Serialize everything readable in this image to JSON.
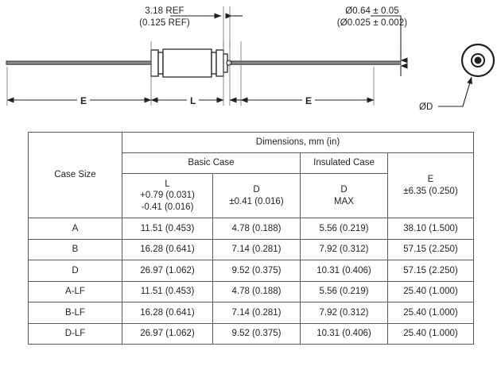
{
  "drawing": {
    "callouts": [
      {
        "name": "ref-length-callout",
        "line1": "3.18 REF",
        "line2": "(0.125 REF)"
      },
      {
        "name": "lead-diameter-callout",
        "line1": "Ø0.64 ± 0.05",
        "line2": "(Ø0.025 ± 0.002)"
      }
    ],
    "dim_e_left": "E",
    "dim_l": "L",
    "dim_e_right": "E",
    "label_od": "ØD"
  },
  "table": {
    "title": "Dimensions, mm (in)",
    "case_size_header": "Case Size",
    "groups": {
      "basic": "Basic Case",
      "insulated": "Insulated Case"
    },
    "spec": {
      "l_symbol": "L",
      "l_tol_plus": "+0.79 (0.031)",
      "l_tol_minus": "-0.41 (0.016)",
      "d_basic_symbol": "D",
      "d_basic_tol": "±0.41 (0.016)",
      "d_ins_symbol": "D",
      "d_ins_tol": "MAX",
      "e_symbol": "E",
      "e_tol": "±6.35 (0.250)"
    },
    "rows": [
      {
        "case": "A",
        "l": "11.51 (0.453)",
        "d_basic": "4.78 (0.188)",
        "d_ins": "5.56 (0.219)",
        "e": "38.10 (1.500)"
      },
      {
        "case": "B",
        "l": "16.28 (0.641)",
        "d_basic": "7.14 (0.281)",
        "d_ins": "7.92 (0.312)",
        "e": "57.15 (2.250)"
      },
      {
        "case": "D",
        "l": "26.97 (1.062)",
        "d_basic": "9.52 (0.375)",
        "d_ins": "10.31 (0.406)",
        "e": "57.15 (2.250)"
      },
      {
        "case": "A-LF",
        "l": "11.51 (0.453)",
        "d_basic": "4.78 (0.188)",
        "d_ins": "5.56 (0.219)",
        "e": "25.40 (1.000)"
      },
      {
        "case": "B-LF",
        "l": "16.28 (0.641)",
        "d_basic": "7.14 (0.281)",
        "d_ins": "7.92 (0.312)",
        "e": "25.40 (1.000)"
      },
      {
        "case": "D-LF",
        "l": "26.97 (1.062)",
        "d_basic": "9.52 (0.375)",
        "d_ins": "10.31 (0.406)",
        "e": "25.40 (1.000)"
      }
    ]
  },
  "colors": {
    "line": "#231f20",
    "grid": "#58595b",
    "background": "#ffffff"
  }
}
